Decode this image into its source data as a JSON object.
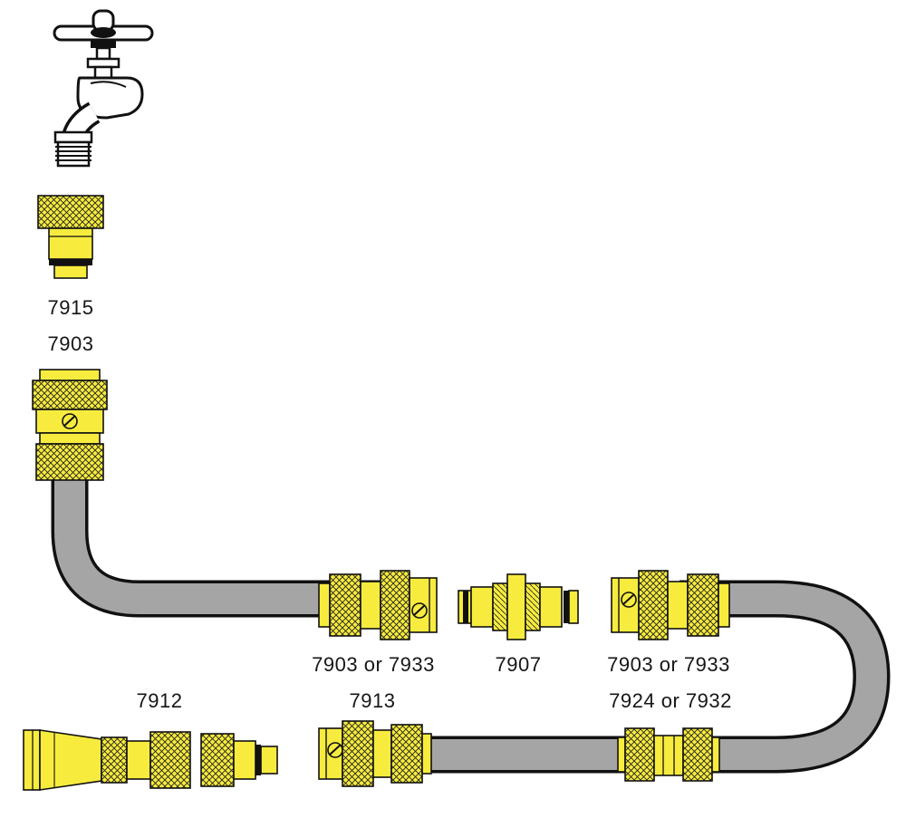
{
  "diagram": {
    "colors": {
      "fitting_yellow": "#F7EC3E",
      "hose_grey": "#A5A5A5",
      "line": "#111111",
      "background": "#FFFFFF"
    },
    "labels": {
      "tap_connector": "7915",
      "tap_end_connector": "7903",
      "hose_connector_left": "7903 or 7933",
      "double_male_adaptor": "7907",
      "hose_connector_right": "7903 or 7933",
      "spray_nozzle": "7912",
      "hose_end_connector": "7913",
      "repair_connector": "7924 or 7932"
    }
  }
}
